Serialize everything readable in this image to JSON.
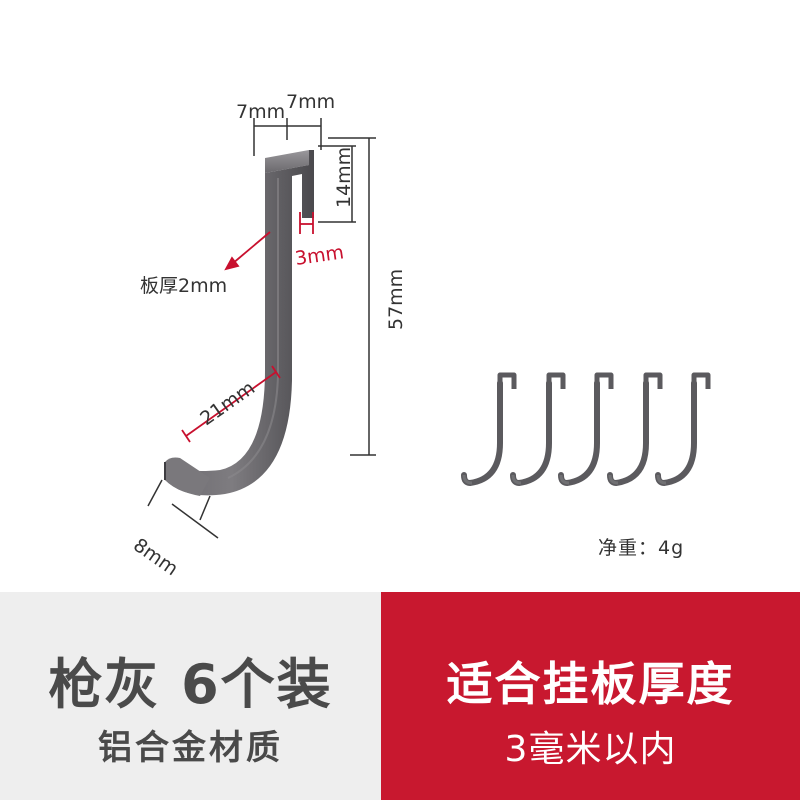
{
  "dimensions": {
    "top_width_a": "7mm",
    "top_width_b": "7mm",
    "inner_height": "14mm",
    "total_height": "57mm",
    "gap": "3mm",
    "plate_thickness": "板厚2mm",
    "curve_width": "21mm",
    "tip_length": "8mm"
  },
  "product": {
    "net_weight": "净重：4g",
    "hook_count_shown": 5
  },
  "banner": {
    "left_title": "枪灰 6个装",
    "left_subtitle": "铝合金材质",
    "right_title": "适合挂板厚度",
    "right_subtitle": "3毫米以内"
  },
  "colors": {
    "accent_red": "#c8182f",
    "hook_gray": "#5b5a5e",
    "left_panel_bg": "#eeeeee"
  }
}
